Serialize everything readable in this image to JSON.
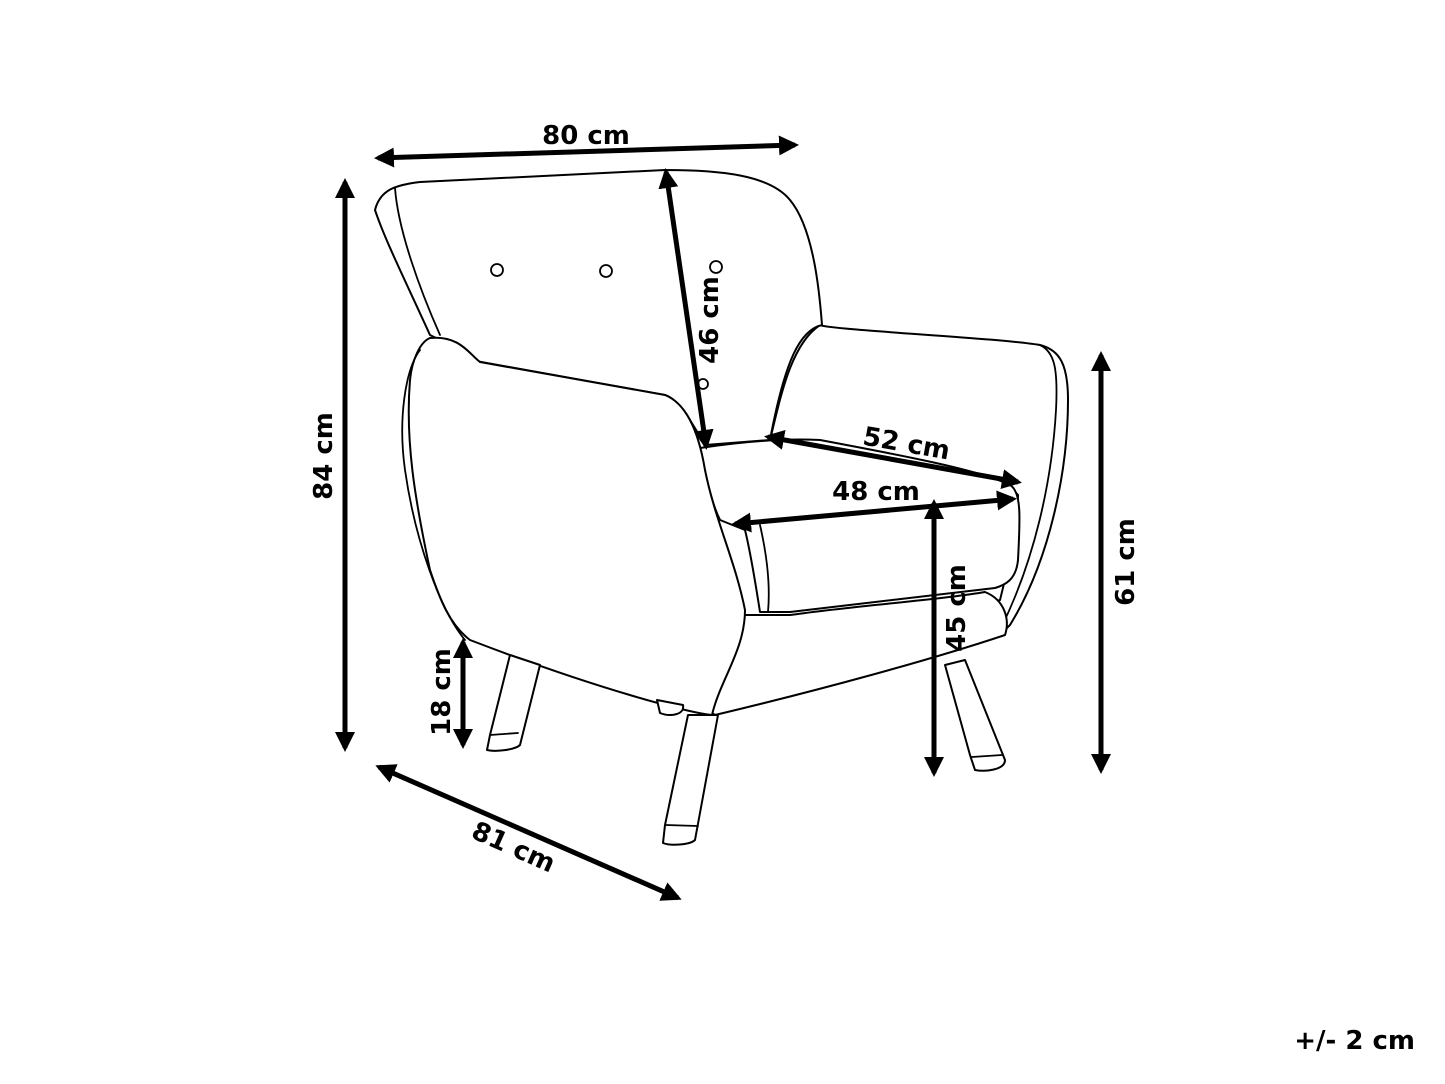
{
  "diagram": {
    "subject": "armchair",
    "dimensions": {
      "width": "80 cm",
      "height": "84 cm",
      "depth": "81 cm",
      "backrest_height": "46 cm",
      "seat_depth": "52 cm",
      "seat_width": "48 cm",
      "seat_height": "45 cm",
      "armrest_height": "61 cm",
      "leg_height": "18 cm"
    },
    "tolerance": "+/- 2 cm",
    "colors": {
      "line": "#000000",
      "background": "#ffffff"
    }
  }
}
